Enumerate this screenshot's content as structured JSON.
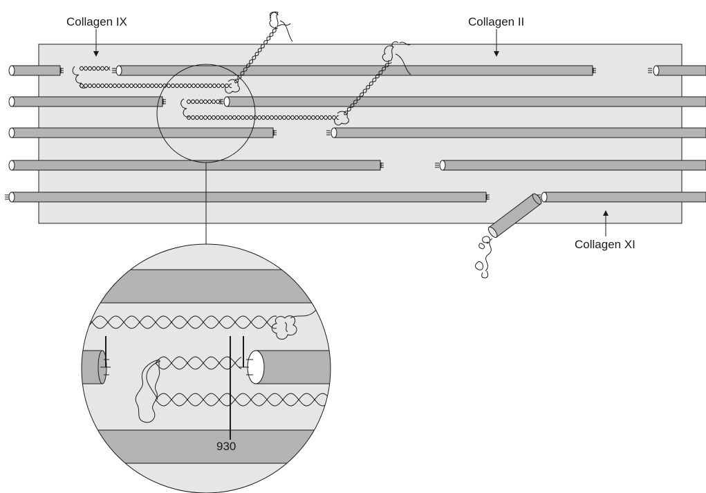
{
  "labels": {
    "collagen_ix": "Collagen IX",
    "collagen_ii": "Collagen II",
    "collagen_xi": "Collagen XI",
    "residue": "930"
  },
  "colors": {
    "fibril_fill": "#b3b3b3",
    "panel_fill": "#e6e6e6",
    "line": "#1a1a1a",
    "background": "#ffffff"
  }
}
